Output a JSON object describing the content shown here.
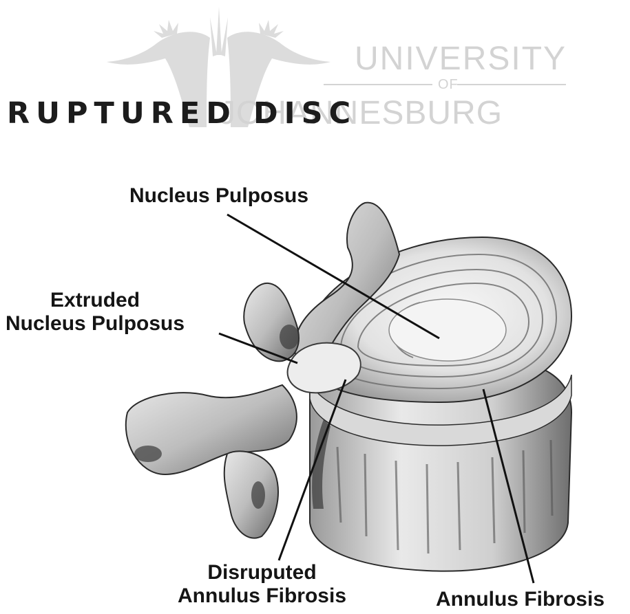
{
  "watermark": {
    "line1": "UNIVERSITY",
    "line2": "OF",
    "line3": "JOHANNESBURG"
  },
  "title": "RUPTURED DISC",
  "labels": {
    "nucleus_pulposus": "Nucleus Pulposus",
    "extruded_line1": "Extruded",
    "extruded_line2": "Nucleus Pulposus",
    "disrupted_line1": "Disruputed",
    "disrupted_line2": "Annulus Fibrosis",
    "annulus_fibrosis": "Annulus Fibrosis"
  },
  "colors": {
    "watermark": "#d3d3d3",
    "ink": "#151515",
    "bone_light": "#e6e6e6",
    "bone_dark": "#5a5a5a"
  }
}
